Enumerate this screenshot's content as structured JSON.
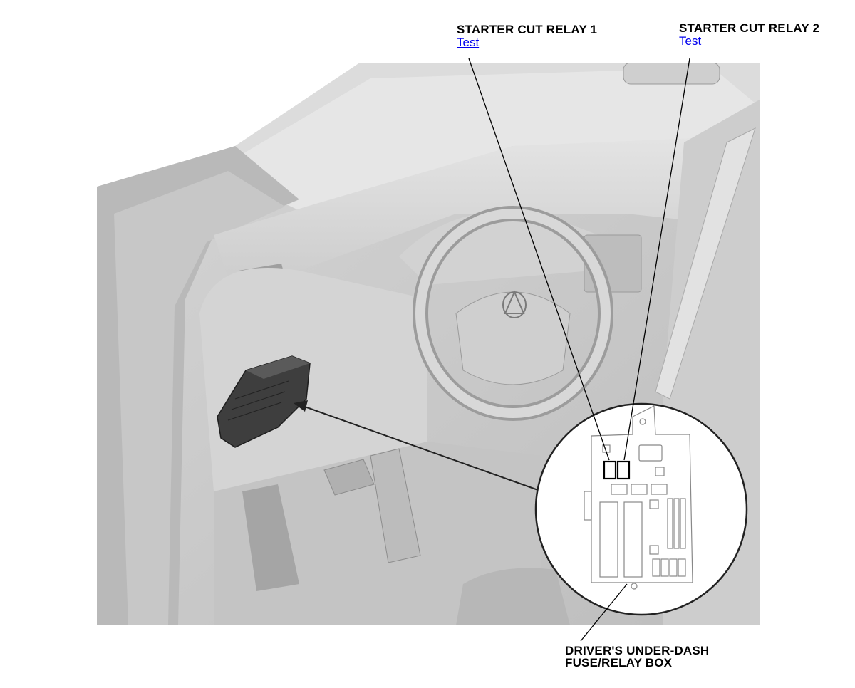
{
  "callouts": {
    "relay1": {
      "title": "STARTER CUT RELAY 1",
      "link": "Test"
    },
    "relay2": {
      "title": "STARTER CUT RELAY 2",
      "link": "Test"
    },
    "fuse_box": {
      "line1": "DRIVER'S UNDER-DASH",
      "line2": "FUSE/RELAY BOX"
    }
  },
  "colors": {
    "link": "#0000ee",
    "highlight": "#000000",
    "illustration_bg": "#c9c9c9"
  }
}
